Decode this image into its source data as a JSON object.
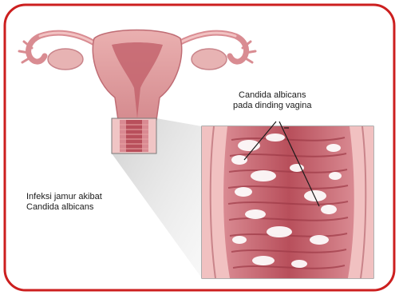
{
  "labels": {
    "infection_line1": "Infeksi jamur akibat",
    "infection_line2": "Candida albicans",
    "candida_line1": "Candida albicans",
    "candida_line2": "pada dinding vagina"
  },
  "colors": {
    "frame_border": "#cc1f1f",
    "tissue_pink": "#e9a4a4",
    "tissue_dark": "#b8474f",
    "tissue_light": "#f4cfcf",
    "candida_white": "#ffffff",
    "callout_shadow": "#d9d9d9"
  }
}
